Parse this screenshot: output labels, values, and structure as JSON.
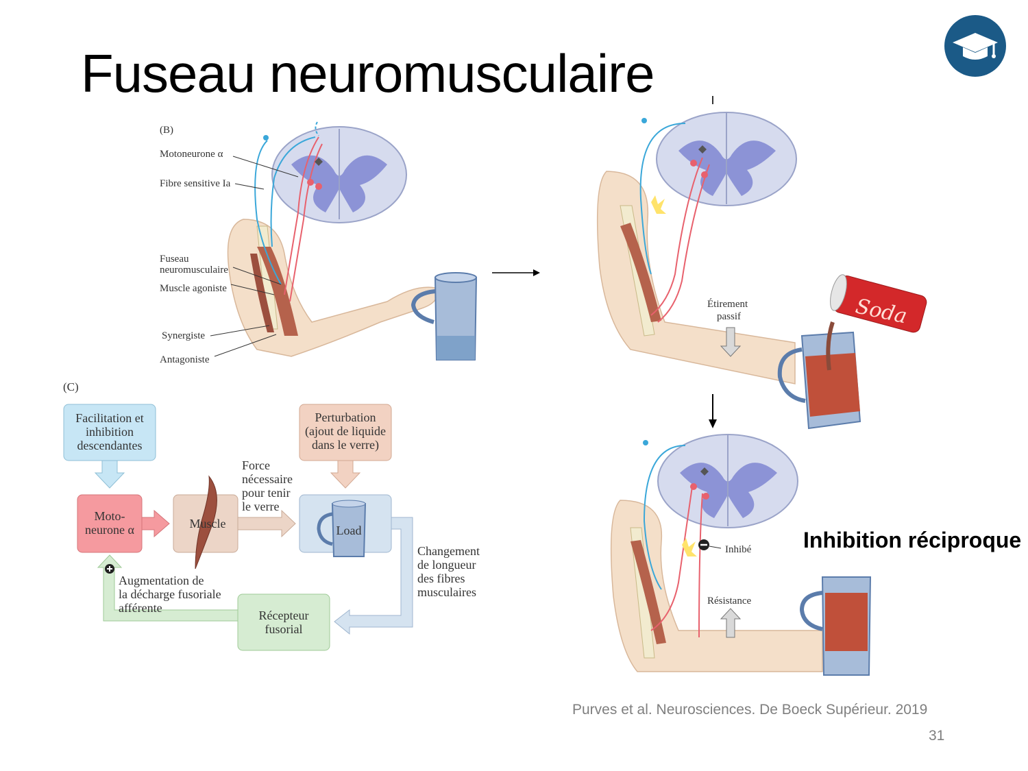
{
  "slide": {
    "title": "Fuseau neuromusculaire",
    "citation": "Purves et al. Neurosciences. De Boeck Supérieur. 2019",
    "page_number": "31"
  },
  "panel_b": {
    "label": "(B)",
    "labels": {
      "motoneurone": "Motoneurone α",
      "fibre": "Fibre sensitive Ia",
      "fuseau_1": "Fuseau",
      "fuseau_2": "neuromusculaire",
      "agoniste": "Muscle agoniste",
      "synergiste": "Synergiste",
      "antagoniste": "Antagoniste"
    }
  },
  "panel_right": {
    "etirement_1": "Étirement",
    "etirement_2": "passif",
    "soda": "Soda",
    "inhibe": "Inhibé",
    "resistance": "Résistance",
    "inhibition_title": "Inhibition réciproque"
  },
  "panel_c": {
    "label": "(C)",
    "facilitation": [
      "Facilitation et",
      "inhibition",
      "descendantes"
    ],
    "perturbation": [
      "Perturbation",
      "(ajout de liquide",
      "dans le verre)"
    ],
    "motoneurone": [
      "Moto-",
      "neurone α"
    ],
    "muscle": "Muscle",
    "force": [
      "Force",
      "nécessaire",
      "pour tenir",
      "le verre"
    ],
    "load": "Load",
    "changement": [
      "Changement",
      "de longueur",
      "des fibres",
      "musculaires"
    ],
    "augmentation": [
      "Augmentation de",
      "la décharge fusoriale",
      "afférente"
    ],
    "recepteur": [
      "Récepteur",
      "fusorial"
    ]
  },
  "colors": {
    "facilitation_box": "#c7e6f5",
    "perturbation_box": "#f2d2c2",
    "motoneurone_box": "#f59a9f",
    "muscle_box": "#ecd5c7",
    "load_box": "#d5e3f0",
    "recepteur_box": "#d6ecd2",
    "logo": "#1b5a87",
    "spinal_grey": "#d6dbee",
    "spinal_butterfly": "#8c93d6",
    "skin": "#f4dfc9",
    "muscle_red": "#b5624c",
    "sensory_blue": "#3aa7d9",
    "motor_red": "#e8616d"
  },
  "icons": [
    "graduation-cap-icon",
    "arrow-right-icon",
    "arrow-down-icon",
    "arrow-up-icon",
    "plus-icon",
    "minus-icon"
  ]
}
